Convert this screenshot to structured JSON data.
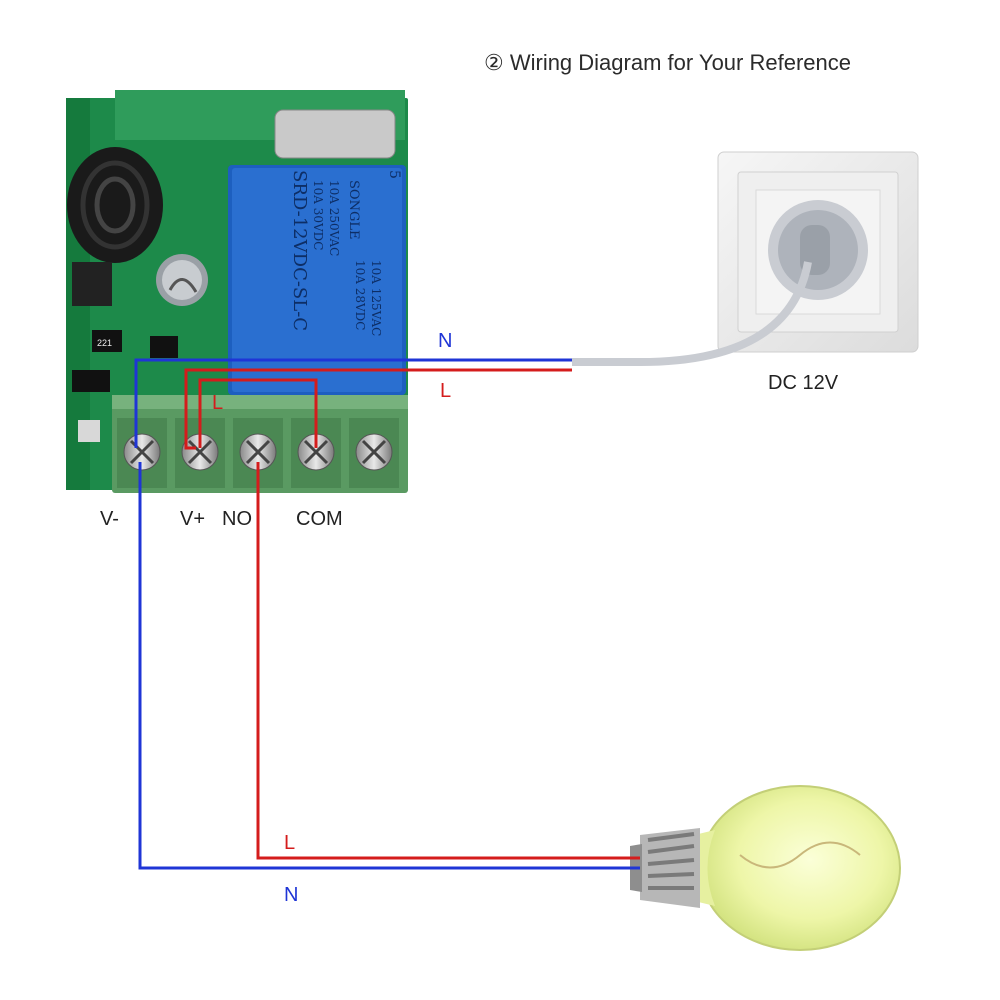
{
  "title": "② Wiring Diagram for Your Reference",
  "power_source": {
    "label": "DC 12V"
  },
  "terminals": {
    "v_minus": "V-",
    "v_plus": "V+",
    "no": "NO",
    "com": "COM"
  },
  "relay_markings": {
    "brand": "SONGLE",
    "model": "SRD-12VDC-SL-C",
    "rating_ac_1": "10A 250VAC",
    "rating_dc_1": "10A 30VDC",
    "rating_ac_2": "10A 125VAC",
    "rating_dc_2": "10A 28VDC",
    "pin_count": "5",
    "pcb_code": "221"
  },
  "wire_labels": {
    "top_neutral": "N",
    "top_live": "L",
    "board_live": "L",
    "bottom_live": "L",
    "bottom_neutral": "N"
  },
  "colors": {
    "neutral_wire": "#1f35d6",
    "live_wire": "#d41c1c",
    "pcb": "#1d8a4a",
    "relay": "#1d5fbf"
  }
}
